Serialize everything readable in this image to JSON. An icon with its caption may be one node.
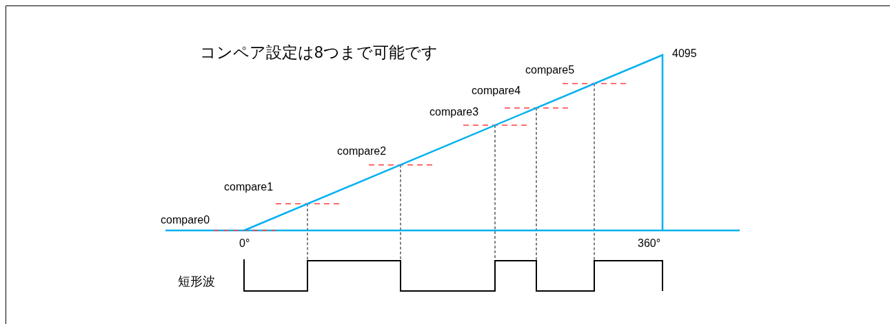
{
  "diagram": {
    "title": "コンペア設定は8つまで可能です",
    "labels": [
      "4095",
      "compare5",
      "compare4",
      "compare3",
      "compare2",
      "compare1",
      "compare0",
      "0°",
      "360°",
      "短形波"
    ]
  }
}
